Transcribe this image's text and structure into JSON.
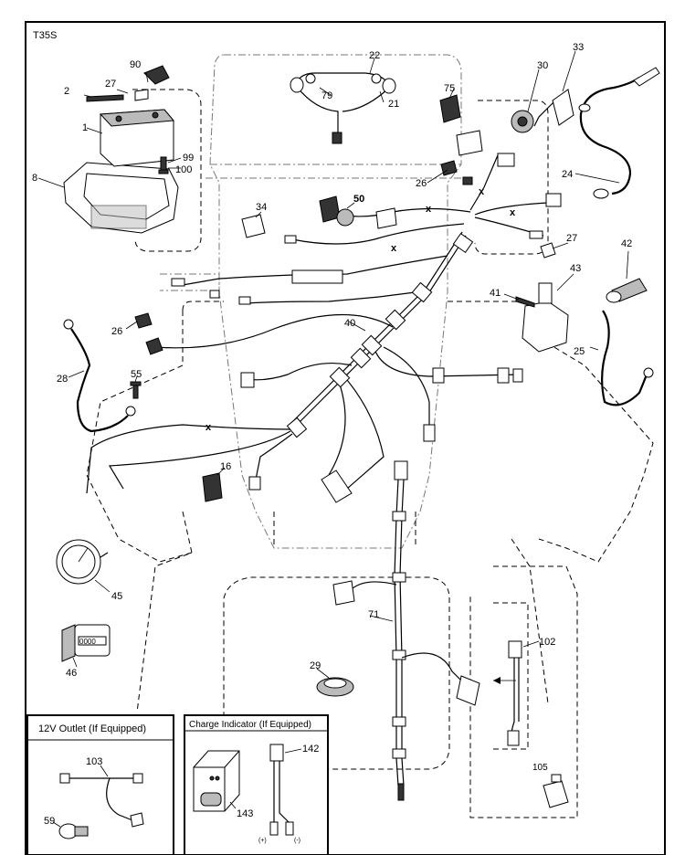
{
  "diagram_title": "T35S",
  "boxes": {
    "outlet": "12V Outlet (If Equipped)",
    "charge": "Charge Indicator (If Equipped)"
  },
  "callouts": {
    "c90": "90",
    "c2": "2",
    "c27a": "27",
    "c1": "1",
    "c99": "99",
    "c100": "100",
    "c8": "8",
    "c22": "22",
    "c79": "79",
    "c21": "21",
    "c75": "75",
    "c30": "30",
    "c33": "33",
    "c26a": "26",
    "c24": "24",
    "c34": "34",
    "c50": "50",
    "c27b": "27",
    "c42": "42",
    "c43": "43",
    "c41": "41",
    "c25": "25",
    "c26b": "26",
    "c40": "40",
    "c28": "28",
    "c55": "55",
    "c16": "16",
    "c45": "45",
    "c71": "71",
    "c102": "102",
    "c46": "46",
    "c29": "29",
    "c103": "103",
    "c59": "59",
    "c142": "142",
    "c143": "143",
    "c105": "105"
  },
  "terminal_marks": {
    "pos": "(+)",
    "neg": "(-)"
  },
  "hour_meter_digits": "0000"
}
